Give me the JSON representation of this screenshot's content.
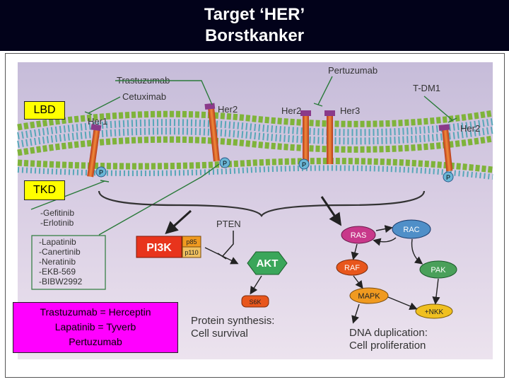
{
  "header": {
    "title_line1": "Target ‘HER’",
    "title_line2": "Borstkanker"
  },
  "drugs_top": {
    "trastuzumab": "Trastuzumab",
    "cetuximab": "Cetuximab",
    "pertuzumab": "Pertuzumab",
    "tdm1": "T-DM1"
  },
  "receptors": {
    "her1": "Her1",
    "her2_a": "Her2",
    "her2_b": "Her2",
    "her3": "Her3",
    "her2_c": "Her2"
  },
  "phospho": "P",
  "tki_list_a": [
    "-Gefitinib",
    "-Erlotinib"
  ],
  "tki_list_b": [
    "-Lapatinib",
    "-Canertinib",
    "-Neratinib",
    "-EKB-569",
    "-BIBW2992"
  ],
  "pathway": {
    "pi3k": "PI3K",
    "p85": "p85",
    "p110": "p110",
    "pten": "PTEN",
    "akt": "AKT",
    "s6k": "S6K",
    "ras": "RAS",
    "rac": "RAC",
    "raf": "RAF",
    "pak": "PAK",
    "mapk": "MAPK",
    "nkk": "+NKK"
  },
  "outcomes": {
    "protein_line1": "Protein synthesis:",
    "protein_line2": "Cell survival",
    "dna_line1": "DNA duplication:",
    "dna_line2": "Cell proliferation"
  },
  "labels": {
    "lbd": "LBD",
    "tkd": "TKD"
  },
  "drug_names": {
    "line1": "Trastuzumab = Herceptin",
    "line2": "Lapatinib = Tyverb",
    "line3": "Pertuzumab"
  },
  "colors": {
    "header_bg": "#02021a",
    "membrane_top": "#c9bfdc",
    "cytoplasm": "#e9e0ec",
    "lipid_head": "#7fb33a",
    "lipid_tail": "#57a7b8",
    "receptor": "#e06a2a",
    "pi3k": "#e8341c",
    "akt": "#3aa65a",
    "ras": "#c8388a",
    "rac": "#4f8fc8",
    "raf": "#e8561c",
    "pak": "#4aa05a",
    "mapk": "#f09a20",
    "nkk": "#f0c020",
    "label_yellow": "#ffff00",
    "drug_box": "#ff00ff"
  }
}
